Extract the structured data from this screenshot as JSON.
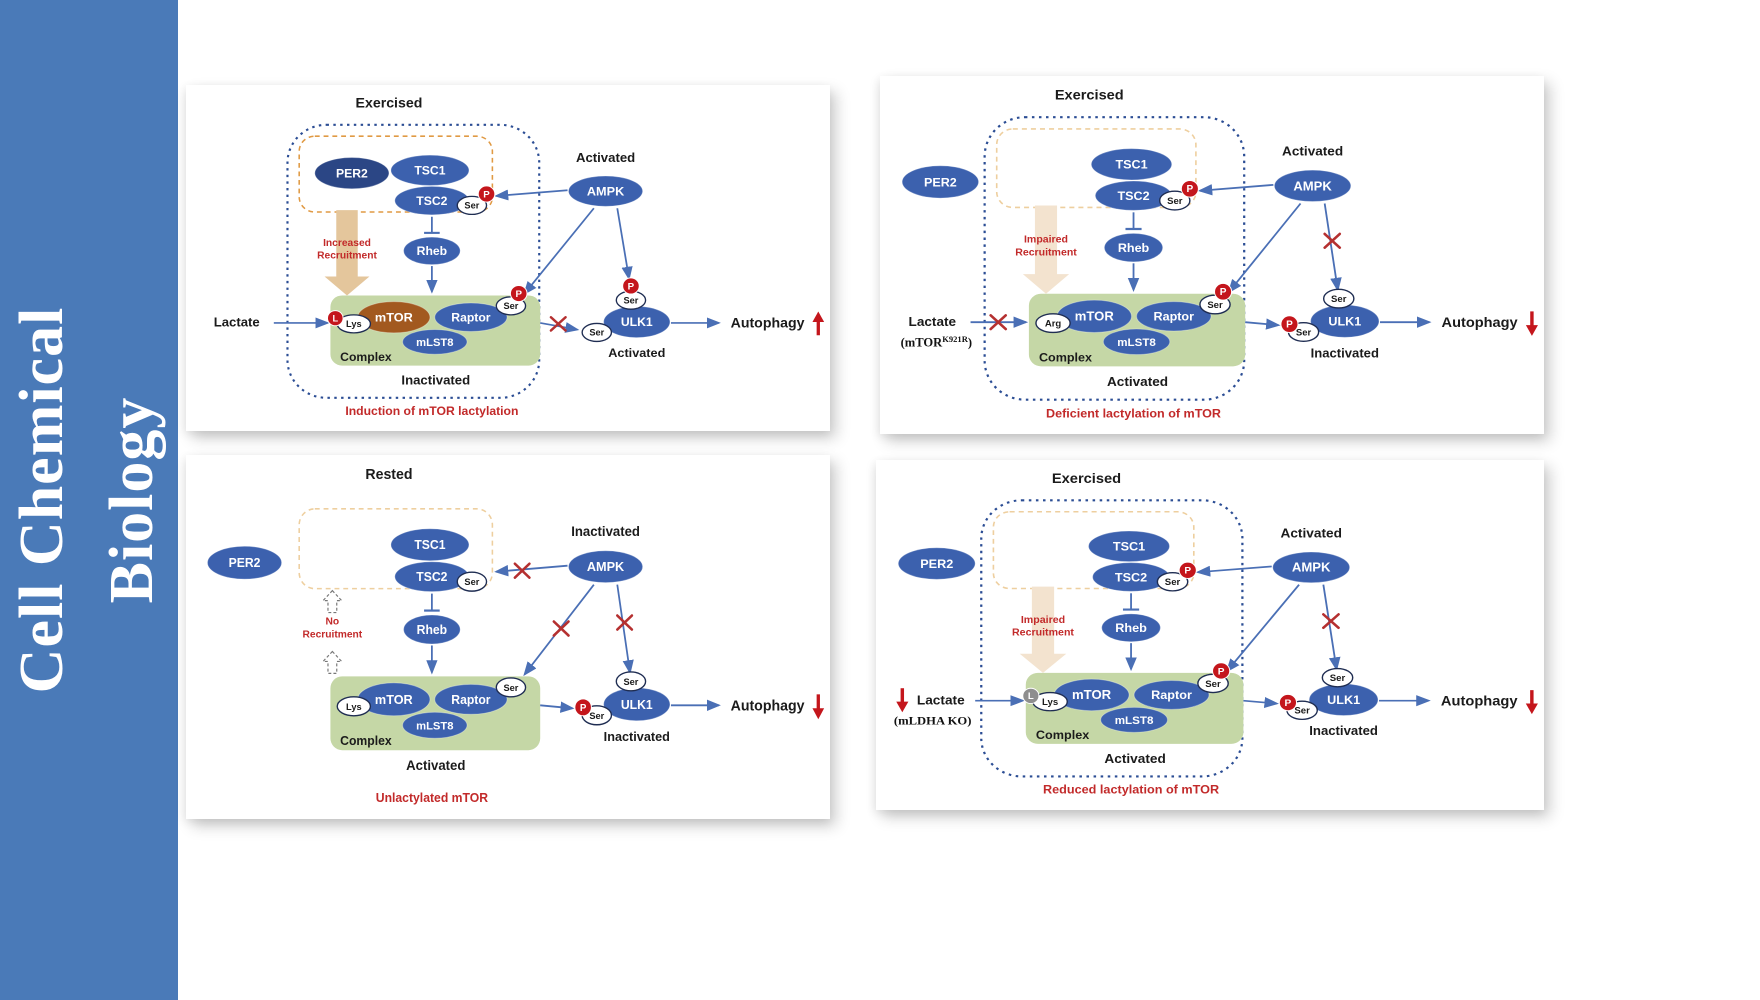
{
  "journal": {
    "name_line1": "Cell Chemical",
    "name_line2": "Biology"
  },
  "marks": {
    "phospho": "P"
  },
  "colors": {
    "banner": "#4a7ab8",
    "node_blue": "#3c61ae",
    "per2_dark": "#2b4685",
    "mtor_brown": "#a2591f",
    "complex_green": "#c5d7a6",
    "phospho_red": "#c4161c",
    "cross_red": "#b53030",
    "caption_red": "#c22a2a",
    "arrow_blue": "#4a6fb5",
    "recruit_tan": "#e4c69c",
    "recruit_tan_faded": "#f3e3cf",
    "dashed_orange": "#e09a44",
    "dashed_orange_faint": "#eecf9f",
    "border_navy": "#2b4d94",
    "lactyl_gray": "#8e8e8e"
  },
  "panels": [
    {
      "title": "Exercised",
      "caption": "Induction of mTOR lactylation",
      "outer_border": true,
      "per2": {
        "label": "PER2",
        "position": "in-box",
        "dark": true
      },
      "tsc1": "TSC1",
      "tsc2": "TSC2",
      "tsc2_ser": "Ser",
      "tsc2_phos": true,
      "ampk": {
        "label": "AMPK",
        "state": "Activated"
      },
      "rheb": "Rheb",
      "recruitment": {
        "line1": "Increased",
        "line2": "Recruitment",
        "style": "strong"
      },
      "lactate": {
        "show": true,
        "label": "Lactate",
        "decreased": false,
        "blocked": false,
        "sub_pre": "",
        "sub_sup": "",
        "sub_post": ""
      },
      "complex": {
        "label": "Complex",
        "state": "Inactivated",
        "mtor": "mTOR",
        "mtor_color": "brown",
        "raptor": "Raptor",
        "mlst8": "mLST8",
        "residue": "Lys",
        "mark": "L",
        "mark_color": "red",
        "raptor_ser": "Ser",
        "raptor_phos": true
      },
      "ulk1": {
        "label": "ULK1",
        "top_ser": "Ser",
        "top_phos": true,
        "left_ser": "Ser",
        "left_phos": false,
        "state": "Activated"
      },
      "autophagy": {
        "label": "Autophagy",
        "direction": "up"
      },
      "crosses": {
        "lactate_arrow": false,
        "complex_to_ulk1": true,
        "ampk_to_tsc2": false,
        "ampk_to_complex": false,
        "ampk_to_ulk1": false
      }
    },
    {
      "title": "Exercised",
      "caption": "Deficient lactylation of mTOR",
      "outer_border": true,
      "per2": {
        "label": "PER2",
        "position": "left",
        "dark": false
      },
      "tsc1": "TSC1",
      "tsc2": "TSC2",
      "tsc2_ser": "Ser",
      "tsc2_phos": true,
      "ampk": {
        "label": "AMPK",
        "state": "Activated"
      },
      "rheb": "Rheb",
      "recruitment": {
        "line1": "Impaired",
        "line2": "Recruitment",
        "style": "faded"
      },
      "lactate": {
        "show": true,
        "label": "Lactate",
        "decreased": false,
        "blocked": true,
        "sub_pre": "(mTOR",
        "sub_sup": "K921R",
        "sub_post": ")"
      },
      "complex": {
        "label": "Complex",
        "state": "Activated",
        "mtor": "mTOR",
        "mtor_color": "blue",
        "raptor": "Raptor",
        "mlst8": "mLST8",
        "residue": "Arg",
        "mark": "",
        "mark_color": "",
        "raptor_ser": "Ser",
        "raptor_phos": true
      },
      "ulk1": {
        "label": "ULK1",
        "top_ser": "Ser",
        "top_phos": false,
        "left_ser": "Ser",
        "left_phos": true,
        "state": "Inactivated"
      },
      "autophagy": {
        "label": "Autophagy",
        "direction": "down"
      },
      "crosses": {
        "lactate_arrow": true,
        "complex_to_ulk1": false,
        "ampk_to_tsc2": false,
        "ampk_to_complex": false,
        "ampk_to_ulk1": true
      }
    },
    {
      "title": "Rested",
      "caption": "Unlactylated mTOR",
      "outer_border": false,
      "per2": {
        "label": "PER2",
        "position": "left",
        "dark": false
      },
      "tsc1": "TSC1",
      "tsc2": "TSC2",
      "tsc2_ser": "Ser",
      "tsc2_phos": false,
      "ampk": {
        "label": "AMPK",
        "state": "Inactivated"
      },
      "rheb": "Rheb",
      "recruitment": {
        "line1": "No",
        "line2": "Recruitment",
        "style": "none"
      },
      "lactate": {
        "show": false,
        "label": "",
        "decreased": false,
        "blocked": false,
        "sub_pre": "",
        "sub_sup": "",
        "sub_post": ""
      },
      "complex": {
        "label": "Complex",
        "state": "Activated",
        "mtor": "mTOR",
        "mtor_color": "blue",
        "raptor": "Raptor",
        "mlst8": "mLST8",
        "residue": "Lys",
        "mark": "",
        "mark_color": "",
        "raptor_ser": "Ser",
        "raptor_phos": false
      },
      "ulk1": {
        "label": "ULK1",
        "top_ser": "Ser",
        "top_phos": false,
        "left_ser": "Ser",
        "left_phos": true,
        "state": "Inactivated"
      },
      "autophagy": {
        "label": "Autophagy",
        "direction": "down"
      },
      "crosses": {
        "lactate_arrow": false,
        "complex_to_ulk1": false,
        "ampk_to_tsc2": true,
        "ampk_to_complex": true,
        "ampk_to_ulk1": true
      }
    },
    {
      "title": "Exercised",
      "caption": "Reduced lactylation of mTOR",
      "outer_border": true,
      "per2": {
        "label": "PER2",
        "position": "left",
        "dark": false
      },
      "tsc1": "TSC1",
      "tsc2": "TSC2",
      "tsc2_ser": "Ser",
      "tsc2_phos": true,
      "ampk": {
        "label": "AMPK",
        "state": "Activated"
      },
      "rheb": "Rheb",
      "recruitment": {
        "line1": "Impaired",
        "line2": "Recruitment",
        "style": "faded"
      },
      "lactate": {
        "show": true,
        "label": "Lactate",
        "decreased": true,
        "blocked": false,
        "sub_pre": "(mLDHA KO)",
        "sub_sup": "",
        "sub_post": ""
      },
      "complex": {
        "label": "Complex",
        "state": "Activated",
        "mtor": "mTOR",
        "mtor_color": "blue",
        "raptor": "Raptor",
        "mlst8": "mLST8",
        "residue": "Lys",
        "mark": "L",
        "mark_color": "gray",
        "raptor_ser": "Ser",
        "raptor_phos": true
      },
      "ulk1": {
        "label": "ULK1",
        "top_ser": "Ser",
        "top_phos": false,
        "left_ser": "Ser",
        "left_phos": true,
        "state": "Inactivated"
      },
      "autophagy": {
        "label": "Autophagy",
        "direction": "down"
      },
      "crosses": {
        "lactate_arrow": false,
        "complex_to_ulk1": false,
        "ampk_to_tsc2": false,
        "ampk_to_complex": false,
        "ampk_to_ulk1": true
      }
    }
  ]
}
